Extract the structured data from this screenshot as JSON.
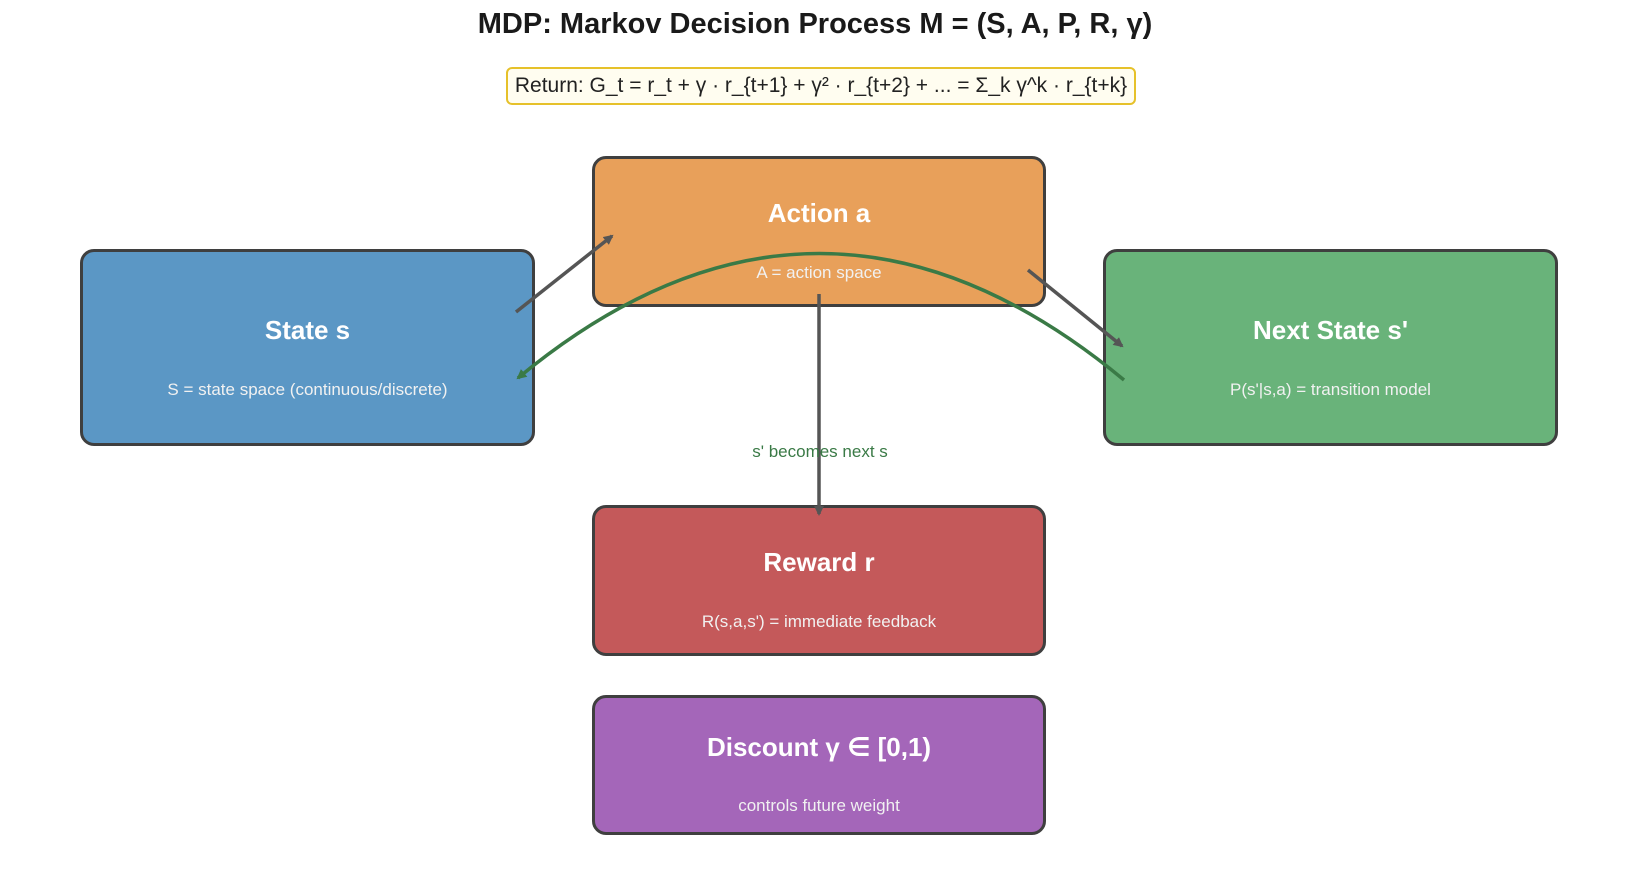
{
  "title": "MDP: Markov Decision Process  M = (S, A, P, R, γ)",
  "formula": "Return:  G_t = r_t + γ · r_{t+1} + γ² · r_{t+2} + ... = Σ_k  γ^k  ·  r_{t+k}",
  "nodes": {
    "state": {
      "label": "State  s",
      "sub": "S = state space (continuous/discrete)",
      "color": "#5b97c5"
    },
    "action": {
      "label": "Action  a",
      "sub": "A = action space",
      "color": "#e8a05a"
    },
    "next_state": {
      "label": "Next State  s'",
      "sub": "P(s'|s,a) = transition model",
      "color": "#69b37a"
    },
    "reward": {
      "label": "Reward  r",
      "sub": "R(s,a,s') = immediate feedback",
      "color": "#c4595a"
    },
    "discount": {
      "label": "Discount  γ ∈ [0,1)",
      "sub": "controls future weight",
      "color": "#a466b9"
    }
  },
  "edges": {
    "loop_label": "s' becomes next s",
    "arrow_color": "#555555",
    "loop_color": "#3a7a46",
    "formula_border": "#e6c12a"
  }
}
